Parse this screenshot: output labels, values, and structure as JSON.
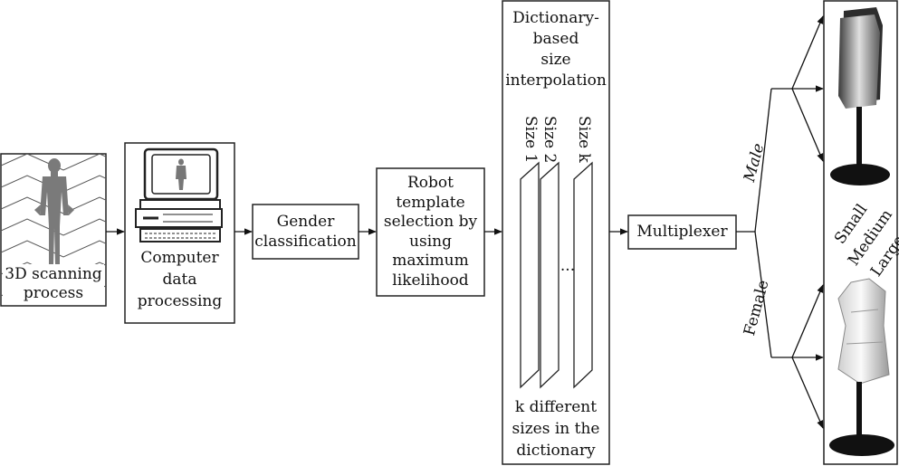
{
  "steps": {
    "scanning": {
      "line1": "3D scanning",
      "line2": "process"
    },
    "computer": {
      "line1": "Computer",
      "line2": "data",
      "line3": "processing"
    },
    "gender": {
      "line1": "Gender",
      "line2": "classification"
    },
    "robot": {
      "line1": "Robot",
      "line2": "template",
      "line3": "selection by",
      "line4": "using",
      "line5": "maximum",
      "line6": "likelihood"
    },
    "dictionary": {
      "title1": "Dictionary-",
      "title2": "based",
      "title3": "size",
      "title4": "interpolation",
      "size1": "Size 1",
      "size2": "Size 2",
      "sizek": "Size k",
      "ellipsis": "...",
      "bottom1": "k different",
      "bottom2": "sizes in the",
      "bottom3": "dictionary"
    },
    "multiplexer": {
      "label": "Multiplexer"
    }
  },
  "branches": {
    "male": "Male",
    "female": "Female"
  },
  "sizes": {
    "small": "Small",
    "medium": "Medium",
    "large": "Large"
  }
}
